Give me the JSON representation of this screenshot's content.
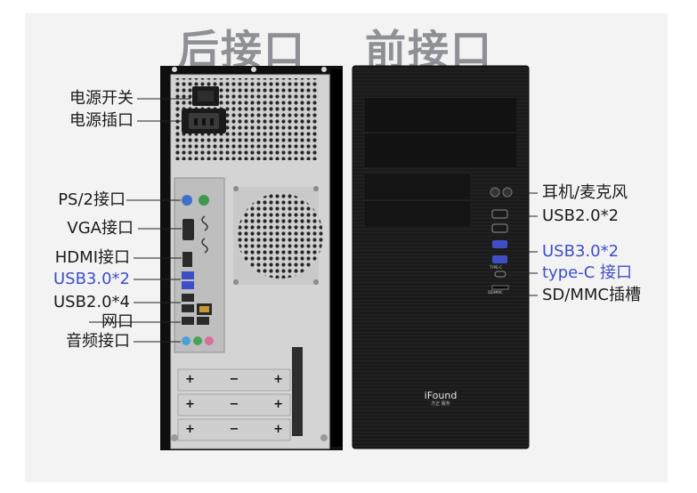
{
  "titles": {
    "rear": "后接口",
    "front": "前接口"
  },
  "rear_labels": [
    {
      "text": "电源开关",
      "highlight": false
    },
    {
      "text": "电源插口",
      "highlight": false
    },
    {
      "text": "PS/2接口",
      "highlight": false
    },
    {
      "text": "VGA接口",
      "highlight": false
    },
    {
      "text": "HDMI接口",
      "highlight": false
    },
    {
      "text": "USB3.0*2",
      "highlight": true
    },
    {
      "text": "USB2.0*4",
      "highlight": false
    },
    {
      "text": "网口",
      "highlight": false
    },
    {
      "text": "音频接口",
      "highlight": false
    }
  ],
  "front_labels": [
    {
      "text": "耳机/麦克风",
      "highlight": false
    },
    {
      "text": "USB2.0*2",
      "highlight": false
    },
    {
      "text": "USB3.0*2",
      "highlight": true
    },
    {
      "text": "type-C 接口",
      "highlight": true
    },
    {
      "text": "SD/MMC插槽",
      "highlight": false
    }
  ],
  "brand": {
    "name": "iFound",
    "sub": "方正 服务"
  },
  "slot_signs": [
    "+",
    "−",
    "+"
  ],
  "front_port_marks": {
    "typec": "TYPE-C",
    "sd": "SD/MMC"
  },
  "colors": {
    "accent_blue": "#3e4fc6",
    "title_gray": "#8e9096",
    "case_black": "#141414",
    "rear_panel": "#d4d4d4"
  }
}
